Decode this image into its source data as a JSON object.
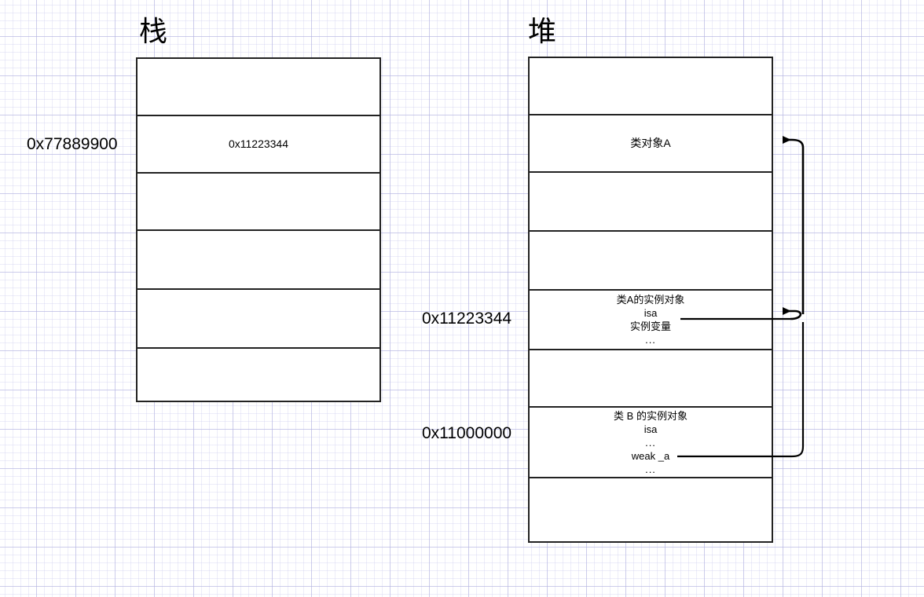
{
  "diagram": {
    "title_stack": "栈",
    "title_heap": "堆",
    "background": "#ffffff",
    "grid_color": "#b2b2e0",
    "line_color": "#222222",
    "text_color": "#000000"
  },
  "stack": {
    "label": "栈",
    "address_labels": [
      {
        "name": "stack-addr-1",
        "value": "0x77889900",
        "row": 1
      }
    ],
    "rows": [
      {
        "index": 0,
        "lines": []
      },
      {
        "index": 1,
        "lines": [
          {
            "text": "0x11223344",
            "style": "big"
          }
        ]
      },
      {
        "index": 2,
        "lines": []
      },
      {
        "index": 3,
        "lines": []
      },
      {
        "index": 4,
        "lines": []
      },
      {
        "index": 5,
        "lines": []
      }
    ]
  },
  "heap": {
    "label": "堆",
    "address_labels": [
      {
        "name": "heap-addr-1",
        "value": "0x11223344",
        "row": 4
      },
      {
        "name": "heap-addr-2",
        "value": "0x11000000",
        "row": 6
      }
    ],
    "rows": [
      {
        "index": 0,
        "lines": []
      },
      {
        "index": 1,
        "lines": [
          {
            "text": "类对象A",
            "style": "big"
          }
        ]
      },
      {
        "index": 2,
        "lines": []
      },
      {
        "index": 3,
        "lines": []
      },
      {
        "index": 4,
        "lines": [
          {
            "text": "类A的实例对象",
            "style": "normal"
          },
          {
            "text": "isa",
            "style": "normal"
          },
          {
            "text": "实例变量",
            "style": "linked"
          },
          {
            "text": "...",
            "style": "dots"
          }
        ]
      },
      {
        "index": 5,
        "lines": []
      },
      {
        "index": 6,
        "lines": [
          {
            "text": "类 B 的实例对象",
            "style": "normal"
          },
          {
            "text": "isa",
            "style": "normal"
          },
          {
            "text": "...",
            "style": "dots"
          },
          {
            "text": "weak  _a",
            "style": "linked"
          },
          {
            "text": "...",
            "style": "dots"
          }
        ]
      },
      {
        "index": 7,
        "lines": []
      }
    ]
  },
  "pointers": [
    {
      "name": "pointer-instance-var-to-class-object-a",
      "from": "实例变量",
      "to": "类对象A",
      "description": "实例变量 isa pointer up to 类对象A"
    },
    {
      "name": "pointer-weak-a-to-instance-a",
      "from": "weak  _a",
      "to": "类A的实例对象",
      "description": "weak _a points at 类A的实例对象 at 0x11223344"
    }
  ]
}
